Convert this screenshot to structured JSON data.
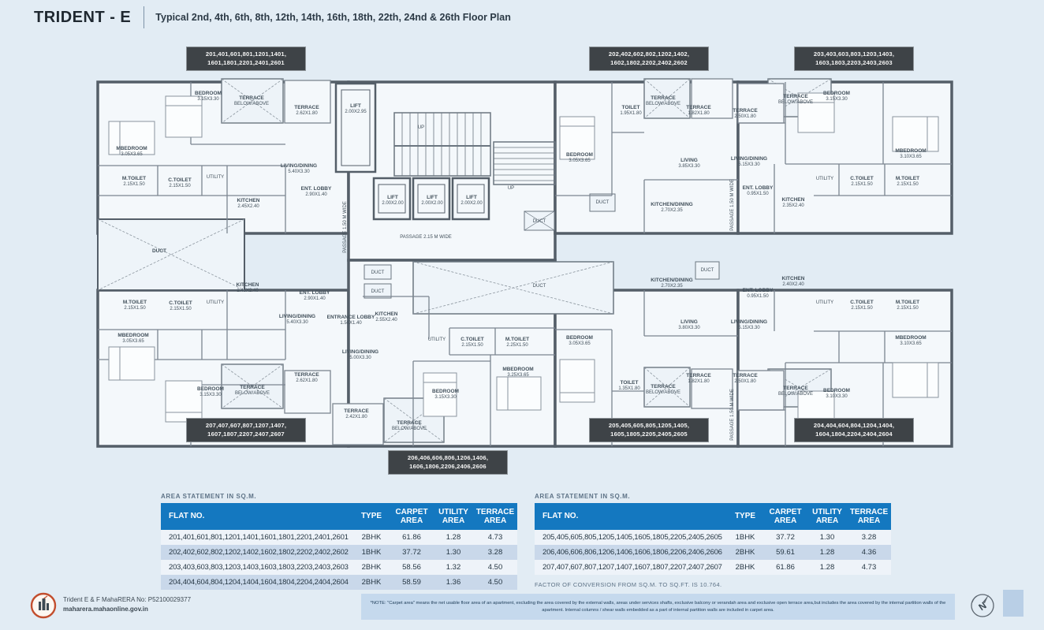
{
  "header": {
    "title": "TRIDENT - E",
    "subtitle": "Typical 2nd, 4th, 6th, 8th, 12th, 14th, 16th, 18th, 22th, 24nd & 26th Floor Plan"
  },
  "plan": {
    "unit_labels": [
      {
        "line1": "201,401,601,801,1201,1401,",
        "line2": "1601,1801,2201,2401,2601"
      },
      {
        "line1": "202,402,602,802,1202,1402,",
        "line2": "1602,1802,2202,2402,2602"
      },
      {
        "line1": "203,403,603,803,1203,1403,",
        "line2": "1603,1803,2203,2403,2603"
      },
      {
        "line1": "207,407,607,807,1207,1407,",
        "line2": "1607,1807,2207,2407,2607"
      },
      {
        "line1": "205,405,605,805,1205,1405,",
        "line2": "1605,1805,2205,2405,2605"
      },
      {
        "line1": "204,404,604,804,1204,1404,",
        "line2": "1604,1804,2204,2404,2604"
      },
      {
        "line1": "206,406,606,806,1206,1406,",
        "line2": "1606,1806,2206,2406,2606"
      }
    ],
    "labels": [
      [
        152,
        32,
        "BEDROOM",
        "3.15X3.30"
      ],
      [
        207,
        38,
        "TERRACE",
        "BELOW/ABOVE"
      ],
      [
        277,
        50,
        "TERRACE",
        "2.62X1.80"
      ],
      [
        55,
        102,
        "MBEDROOM",
        "3.05X3.65"
      ],
      [
        267,
        124,
        "LIVING/DINING",
        "5.40X3.30"
      ],
      [
        58,
        140,
        "M.TOILET",
        "2.15X1.50"
      ],
      [
        116,
        142,
        "C.TOILET",
        "2.15X1.50"
      ],
      [
        161,
        138,
        "UTILITY",
        ""
      ],
      [
        203,
        168,
        "KITCHEN",
        "2.45X2.40"
      ],
      [
        289,
        153,
        "ENT. LOBBY",
        "2.90X1.40"
      ],
      [
        339,
        48,
        "LIFT",
        "2.00X2.95"
      ],
      [
        422,
        75,
        "UP",
        ""
      ],
      [
        536,
        152,
        "UP",
        ""
      ],
      [
        386,
        164,
        "LIFT",
        "2.00X2.00"
      ],
      [
        436,
        164,
        "LIFT",
        "2.00X2.00"
      ],
      [
        486,
        164,
        "LIFT",
        "2.00X2.00"
      ],
      [
        428,
        214,
        "PASSAGE 2.15  M WIDE",
        ""
      ],
      [
        572,
        194,
        "DUCT",
        ""
      ],
      [
        367,
        259,
        "DUCT",
        ""
      ],
      [
        367,
        283,
        "DUCT",
        ""
      ],
      [
        572,
        276,
        "DUCT",
        ""
      ],
      [
        652,
        170,
        "DUCT",
        ""
      ],
      [
        785,
        256,
        "DUCT",
        ""
      ],
      [
        623,
        110,
        "BEDROOM",
        "3.05X3.65"
      ],
      [
        688,
        50,
        "TOILET",
        "1.95X1.80"
      ],
      [
        729,
        38,
        "TERRACE",
        "BELOW/ABOVE"
      ],
      [
        774,
        50,
        "TERRACE",
        "1.82X1.80"
      ],
      [
        762,
        117,
        "LIVING",
        "3.85X3.30"
      ],
      [
        740,
        173,
        "KITCHEN/DINING",
        "2.70X2.35"
      ],
      [
        833,
        54,
        "TERRACE",
        "2.50X1.80"
      ],
      [
        897,
        36,
        "TERRACE",
        "BELOW/ABOVE"
      ],
      [
        949,
        32,
        "BEDROOM",
        "3.15X3.30"
      ],
      [
        1043,
        105,
        "MBEDROOM",
        "3.10X3.65"
      ],
      [
        838,
        115,
        "LIVING/DINING",
        "5.15X3.30"
      ],
      [
        849,
        152,
        "ENT. LOBBY",
        "0.95X1.50"
      ],
      [
        894,
        167,
        "KITCHEN",
        "2.35X2.40"
      ],
      [
        981,
        140,
        "C.TOILET",
        "2.15X1.50"
      ],
      [
        1039,
        140,
        "M.TOILET",
        "2.15X1.50"
      ],
      [
        934,
        140,
        "UTILITY",
        ""
      ],
      [
        59,
        297,
        "M.TOILET",
        "2.15X1.50"
      ],
      [
        117,
        298,
        "C.TOILET",
        "2.15X1.50"
      ],
      [
        161,
        297,
        "UTILITY",
        ""
      ],
      [
        202,
        275,
        "KITCHEN",
        "2.45X2.40"
      ],
      [
        287,
        285,
        "ENT. LOBBY",
        "2.90X1.40"
      ],
      [
        265,
        315,
        "LIVING/DINING",
        "5.40X3.30"
      ],
      [
        57,
        339,
        "MBEDROOM",
        "3.05X3.65"
      ],
      [
        155,
        407,
        "BEDROOM",
        "3.15X3.30"
      ],
      [
        208,
        405,
        "TERRACE",
        "BELOW/ABOVE"
      ],
      [
        277,
        389,
        "TERRACE",
        "2.62X1.80"
      ],
      [
        333,
        316,
        "ENTRANCE LOBBY",
        "1.50X1.40"
      ],
      [
        378,
        312,
        "KITCHEN",
        "2.55X2.40"
      ],
      [
        345,
        360,
        "LIVING/DINING",
        "5.00X3.30"
      ],
      [
        442,
        344,
        "UTILITY",
        ""
      ],
      [
        487,
        344,
        "C.TOILET",
        "2.15X1.50"
      ],
      [
        544,
        344,
        "M.TOILET",
        "2.25X1.50"
      ],
      [
        545,
        382,
        "MBEDROOM",
        "3.25X3.65"
      ],
      [
        453,
        410,
        "BEDROOM",
        "3.15X3.30"
      ],
      [
        340,
        435,
        "TERRACE",
        "2.42X1.80"
      ],
      [
        407,
        450,
        "TERRACE",
        "BELOW/ABOVE"
      ],
      [
        623,
        342,
        "BEDROOM",
        "3.05X3.65"
      ],
      [
        686,
        399,
        "TOILET",
        "1.35X1.80"
      ],
      [
        729,
        404,
        "TERRACE",
        "BELOW/ABOVE"
      ],
      [
        774,
        390,
        "TERRACE",
        "1.82X1.80"
      ],
      [
        762,
        322,
        "LIVING",
        "3.80X3.30"
      ],
      [
        740,
        269,
        "KITCHEN/DINING",
        "2.70X2.35"
      ],
      [
        833,
        390,
        "TERRACE",
        "2.50X1.80"
      ],
      [
        897,
        406,
        "TERRACE",
        "BELOW/ABOVE"
      ],
      [
        949,
        409,
        "BEDROOM",
        "3.10X3.30"
      ],
      [
        1043,
        342,
        "MBEDROOM",
        "3.10X3.65"
      ],
      [
        838,
        322,
        "LIVING/DINING",
        "5.15X3.30"
      ],
      [
        849,
        282,
        "ENT. LOBBY",
        "0.95X1.50"
      ],
      [
        894,
        267,
        "KITCHEN",
        "2.40X2.40"
      ],
      [
        981,
        297,
        "C.TOILET",
        "2.15X1.50"
      ],
      [
        1039,
        297,
        "M.TOILET",
        "2.15X1.50"
      ],
      [
        934,
        297,
        "UTILITY",
        ""
      ]
    ],
    "vlabels": [
      [
        327,
        200,
        "PASSAGE  1.50  M WIDE"
      ],
      [
        818,
        172,
        "PASSAGE  1.50  M WIDE"
      ],
      [
        818,
        438,
        "PASSAGE  1.50  M WIDE"
      ]
    ]
  },
  "area_tables": [
    {
      "caption": "AREA STATEMENT IN SQ.M.",
      "columns": [
        "FLAT NO.",
        "TYPE",
        "CARPET AREA",
        "UTILITY AREA",
        "TERRACE AREA"
      ],
      "rows": [
        [
          "201,401,601,801,1201,1401,1601,1801,2201,2401,2601",
          "2BHK",
          "61.86",
          "1.28",
          "4.73"
        ],
        [
          "202,402,602,802,1202,1402,1602,1802,2202,2402,2602",
          "1BHK",
          "37.72",
          "1.30",
          "3.28"
        ],
        [
          "203,403,603,803,1203,1403,1603,1803,2203,2403,2603",
          "2BHK",
          "58.56",
          "1.32",
          "4.50"
        ],
        [
          "204,404,604,804,1204,1404,1604,1804,2204,2404,2604",
          "2BHK",
          "58.59",
          "1.36",
          "4.50"
        ]
      ],
      "footnote": ""
    },
    {
      "caption": "AREA STATEMENT IN SQ.M.",
      "columns": [
        "FLAT NO.",
        "TYPE",
        "CARPET AREA",
        "UTILITY AREA",
        "TERRACE AREA"
      ],
      "rows": [
        [
          "205,405,605,805,1205,1405,1605,1805,2205,2405,2605",
          "1BHK",
          "37.72",
          "1.30",
          "3.28"
        ],
        [
          "206,406,606,806,1206,1406,1606,1806,2206,2406,2606",
          "2BHK",
          "59.61",
          "1.28",
          "4.36"
        ],
        [
          "207,407,607,807,1207,1407,1607,1807,2207,2407,2607",
          "2BHK",
          "61.86",
          "1.28",
          "4.73"
        ]
      ],
      "footnote": "FACTOR OF CONVERSION FROM SQ.M. TO SQ.FT. IS 10.764."
    }
  ],
  "footer": {
    "rera_line1": "Trident E & F MahaRERA No: P52100029377",
    "rera_line2": "maharera.mahaonline.gov.in",
    "note": "*NOTE: \"Carpet area\" means the net usable floor area of an apartment, excluding the area covered by the external walls, areas under services shafts, exclusive balcony or verandah area and exclusive open terrace area,but includes the area covered by the internal partition walls of the apartment. Internal columns / shear walls embedded as a part of internal partition walls are included in carpet area.",
    "north_label": "N"
  }
}
